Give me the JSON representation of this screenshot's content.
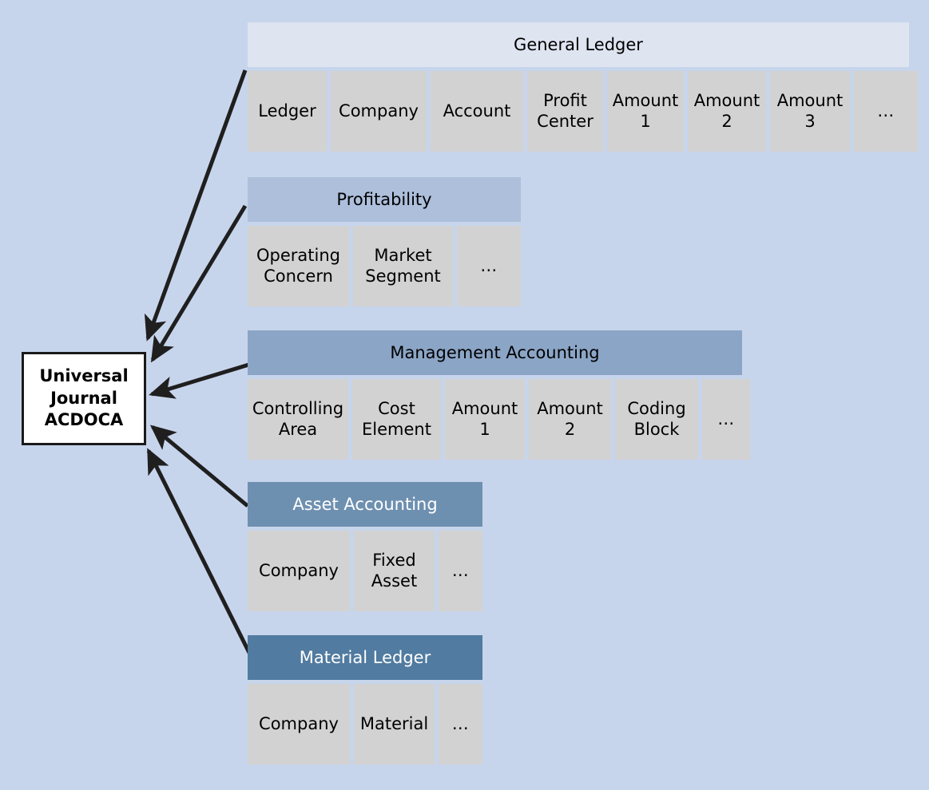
{
  "diagram": {
    "title": "Universal Journal ACDOCA",
    "background_color": "#c7d5ec",
    "hub": {
      "line1": "Universal",
      "line2": "Journal",
      "line3": "ACDOCA"
    },
    "modules": [
      {
        "id": "general-ledger",
        "header": "General Ledger",
        "header_color": "#dee4f0",
        "header_text_color": "#000000",
        "columns": [
          {
            "label": "Ledger",
            "width": 99
          },
          {
            "label": "Company",
            "width": 120
          },
          {
            "label": "Account",
            "width": 116
          },
          {
            "label": "Profit\nCenter",
            "width": 95
          },
          {
            "label": "Amount\n1",
            "width": 96
          },
          {
            "label": "Amount\n2",
            "width": 98
          },
          {
            "label": "Amount\n3",
            "width": 100
          },
          {
            "label": "…",
            "width": 80
          }
        ]
      },
      {
        "id": "profitability",
        "header": "Profitability",
        "header_color": "#adbfdb",
        "header_text_color": "#000000",
        "columns": [
          {
            "label": "Operating\nConcern",
            "width": 127
          },
          {
            "label": "Market\nSegment",
            "width": 125
          },
          {
            "label": "…",
            "width": 80
          }
        ]
      },
      {
        "id": "management-accounting",
        "header": "Management Accounting",
        "header_color": "#8ba5c6",
        "header_text_color": "#000000",
        "columns": [
          {
            "label": "Controlling\nArea",
            "width": 126
          },
          {
            "label": "Cost\nElement",
            "width": 111
          },
          {
            "label": "Amount\n1",
            "width": 100
          },
          {
            "label": "Amount\n2",
            "width": 103
          },
          {
            "label": "Coding\nBlock",
            "width": 104
          },
          {
            "label": "…",
            "width": 60
          }
        ]
      },
      {
        "id": "asset-accounting",
        "header": "Asset Accounting",
        "header_color": "#6e90b0",
        "header_text_color": "#ffffff",
        "columns": [
          {
            "label": "Company",
            "width": 128
          },
          {
            "label": "Fixed\nAsset",
            "width": 101
          },
          {
            "label": "…",
            "width": 55
          }
        ]
      },
      {
        "id": "material-ledger",
        "header": "Material Ledger",
        "header_color": "#517ba0",
        "header_text_color": "#ffffff",
        "columns": [
          {
            "label": "Company",
            "width": 128
          },
          {
            "label": "Material",
            "width": 101
          },
          {
            "label": "…",
            "width": 55
          }
        ]
      }
    ],
    "arrows": [
      {
        "from_module": "general-ledger",
        "label": "arrow-general-ledger-to-hub"
      },
      {
        "from_module": "profitability",
        "label": "arrow-profitability-to-hub"
      },
      {
        "from_module": "management-accounting",
        "label": "arrow-management-accounting-to-hub"
      },
      {
        "from_module": "asset-accounting",
        "label": "arrow-asset-accounting-to-hub"
      },
      {
        "from_module": "material-ledger",
        "label": "arrow-material-ledger-to-hub"
      }
    ]
  }
}
